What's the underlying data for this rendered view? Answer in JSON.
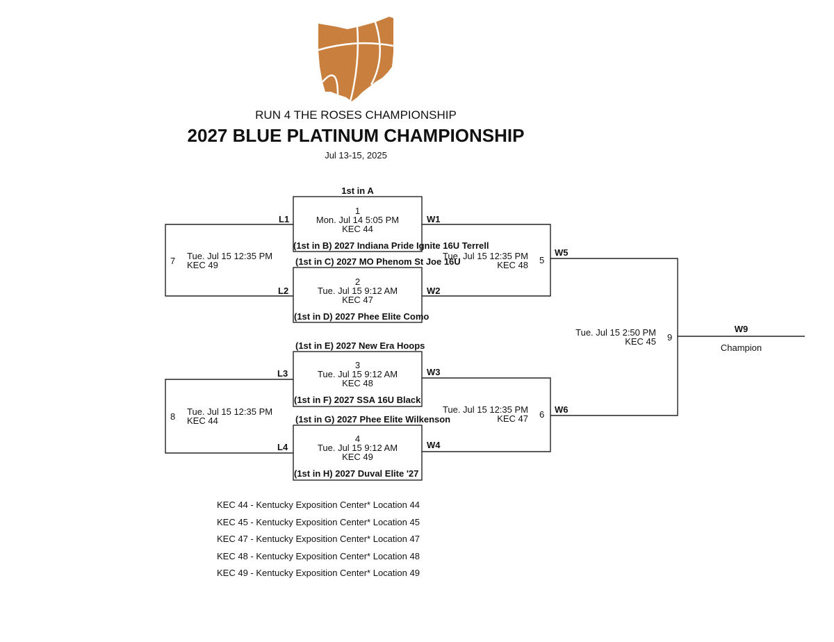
{
  "logo": {
    "icon": "ohio-state-basketball-logo",
    "color": "#C97F3D"
  },
  "header": {
    "event": "RUN 4 THE ROSES CHAMPIONSHIP",
    "division": "2027 BLUE PLATINUM CHAMPIONSHIP",
    "dates": "Jul 13-15, 2025"
  },
  "bracket": {
    "games": [
      {
        "number": "1",
        "time": "Mon. Jul 14 5:05 PM",
        "location": "KEC 44",
        "top_team": "1st in A",
        "bottom_team": "(1st in B) 2027 Indiana Pride Ignite 16U Terrell",
        "loser_label": "L1",
        "winner_label": "W1"
      },
      {
        "number": "2",
        "time": "Tue. Jul 15 9:12 AM",
        "location": "KEC 47",
        "top_team": "(1st in C) 2027 MO Phenom St Joe 16U",
        "bottom_team": "(1st in D) 2027 Phee Elite Como",
        "loser_label": "L2",
        "winner_label": "W2"
      },
      {
        "number": "3",
        "time": "Tue. Jul 15 9:12 AM",
        "location": "KEC 48",
        "top_team": "(1st in E) 2027 New Era Hoops",
        "bottom_team": "(1st in F) 2027 SSA 16U Black",
        "loser_label": "L3",
        "winner_label": "W3"
      },
      {
        "number": "4",
        "time": "Tue. Jul 15 9:12 AM",
        "location": "KEC 49",
        "top_team": "(1st in G) 2027 Phee Elite Wilkenson",
        "bottom_team": "(1st in H) 2027 Duval Elite '27",
        "loser_label": "L4",
        "winner_label": "W4"
      },
      {
        "number": "5",
        "time": "Tue. Jul 15 12:35 PM",
        "location": "KEC 48",
        "winner_label": "W5"
      },
      {
        "number": "6",
        "time": "Tue. Jul 15 12:35 PM",
        "location": "KEC 47",
        "winner_label": "W6"
      },
      {
        "number": "7",
        "time": "Tue. Jul 15 12:35 PM",
        "location": "KEC 49"
      },
      {
        "number": "8",
        "time": "Tue. Jul 15 12:35 PM",
        "location": "KEC 44"
      },
      {
        "number": "9",
        "time": "Tue. Jul 15 2:50 PM",
        "location": "KEC 45",
        "winner_label": "W9",
        "result": "Champion"
      }
    ]
  },
  "legend": [
    "KEC 44 - Kentucky Exposition Center* Location 44",
    "KEC 45 - Kentucky Exposition Center* Location 45",
    "KEC 47 - Kentucky Exposition Center* Location 47",
    "KEC 48 - Kentucky Exposition Center* Location 48",
    "KEC 49 - Kentucky Exposition Center* Location 49"
  ]
}
